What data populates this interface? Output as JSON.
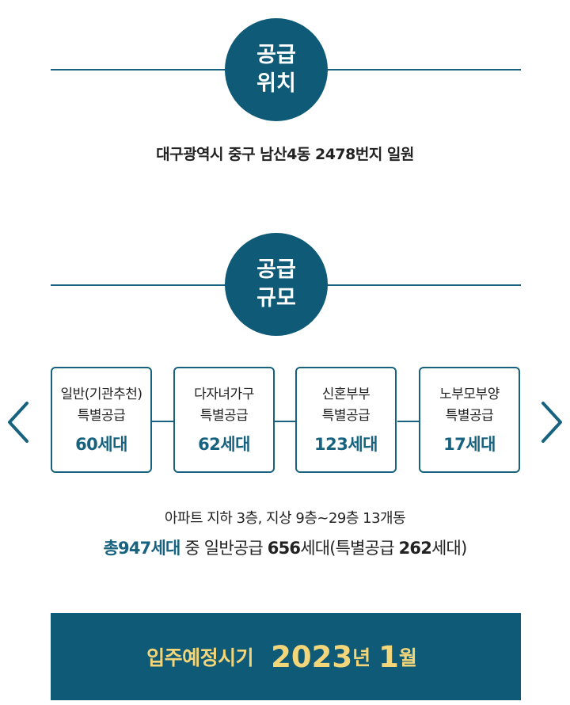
{
  "location": {
    "badge_line1": "공급",
    "badge_line2": "위치",
    "address": "대구광역시 중구 남산4동 2478번지 일원"
  },
  "scale": {
    "badge_line1": "공급",
    "badge_line2": "규모",
    "cards": [
      {
        "line1": "일반(기관추천)",
        "line2": "특별공급",
        "count": "60세대"
      },
      {
        "line1": "다자녀가구",
        "line2": "특별공급",
        "count": "62세대"
      },
      {
        "line1": "신혼부부",
        "line2": "특별공급",
        "count": "123세대"
      },
      {
        "line1": "노부모부양",
        "line2": "특별공급",
        "count": "17세대"
      }
    ],
    "building_info": "아파트 지하 3층, 지상 9층~29층 13개동",
    "total": "총947세대",
    "middle": " 중 일반공급 ",
    "general": "656",
    "unit1": "세대(특별공급 ",
    "special": "262",
    "unit2": "세대)"
  },
  "movein": {
    "label": "입주예정시기",
    "year": "2023",
    "year_unit": "년",
    "month": "1",
    "month_unit": "월"
  },
  "icons": {
    "prev": "chevron-left-icon",
    "next": "chevron-right-icon"
  },
  "colors": {
    "primary": "#0e5a77",
    "accent_text": "#f3d67a"
  }
}
